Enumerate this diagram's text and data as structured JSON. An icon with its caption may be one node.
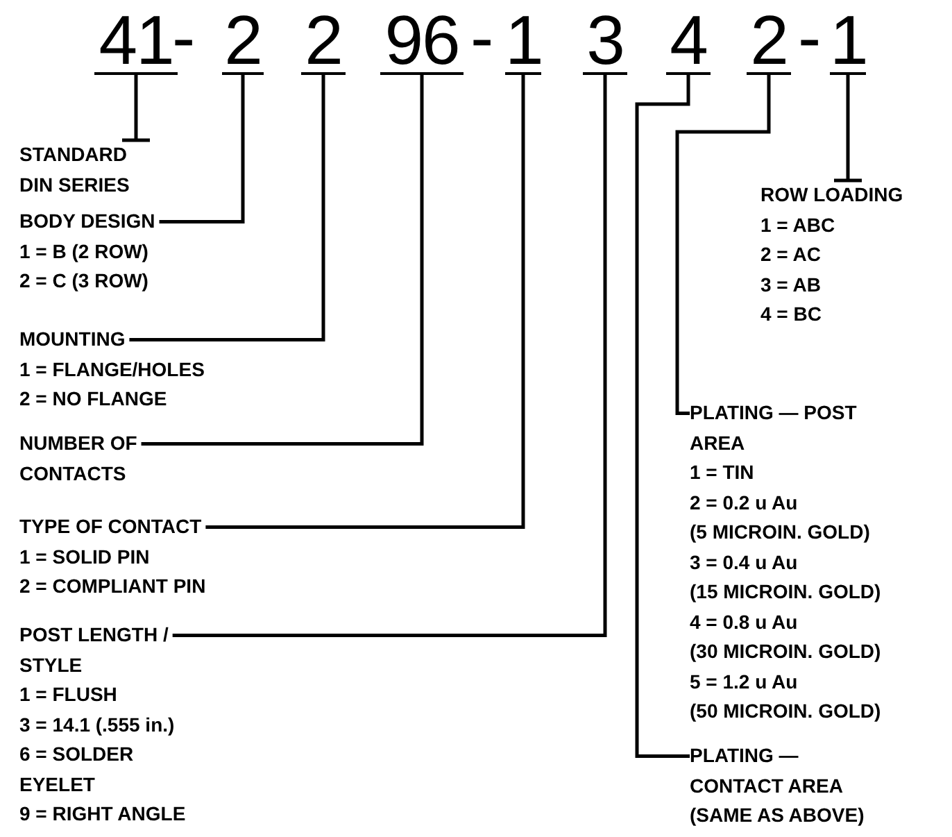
{
  "diagram": {
    "nodes": [
      {
        "text": [
          "41"
        ]
      },
      {
        "text": [
          "2"
        ]
      },
      {
        "text": [
          "2"
        ]
      },
      {
        "text": [
          "96"
        ]
      },
      {
        "text": [
          "1"
        ]
      },
      {
        "text": [
          "3"
        ]
      },
      {
        "text": [
          "4"
        ]
      },
      {
        "text": [
          "2"
        ]
      },
      {
        "text": [
          "1"
        ]
      },
      {
        "text": [
          "STANDARD",
          "DIN SERIES"
        ]
      },
      {
        "text": [
          "BODY DESIGN",
          "1 = B (2 ROW)",
          "2 = C (3 ROW)"
        ]
      },
      {
        "text": [
          "MOUNTING",
          "1 = FLANGE/HOLES",
          "2 = NO FLANGE"
        ]
      },
      {
        "text": [
          "NUMBER OF",
          "CONTACTS"
        ]
      },
      {
        "text": [
          "TYPE OF CONTACT",
          "1 = SOLID PIN",
          "2 = COMPLIANT PIN"
        ]
      },
      {
        "text": [
          "POST LENGTH /",
          "STYLE",
          "1 = FLUSH",
          "3 = 14.1 (.555 in.)",
          "6 = SOLDER",
          "EYELET",
          "9 = RIGHT ANGLE"
        ]
      },
      {
        "text": [
          "ROW LOADING",
          "1 = ABC",
          "2 = AC",
          "3 = AB",
          "4 = BC"
        ]
      },
      {
        "text": [
          "PLATING — POST",
          "AREA",
          "1 = TIN",
          "2 = 0.2 u Au",
          "(5 MICROIN. GOLD)",
          "3 = 0.4 u Au",
          "(15 MICROIN. GOLD)",
          "4 = 0.8 u Au",
          "(30 MICROIN. GOLD)",
          "5 = 1.2 u Au",
          "(50 MICROIN. GOLD)"
        ]
      },
      {
        "text": [
          "PLATING —",
          "CONTACT AREA",
          "(SAME AS ABOVE)"
        ]
      }
    ],
    "edges": [
      {
        "from": 0,
        "to": 9,
        "arrow": "other"
      },
      {
        "from": 1,
        "to": 10,
        "arrow": "none"
      },
      {
        "from": 2,
        "to": 11,
        "arrow": "none"
      },
      {
        "from": 3,
        "to": 12,
        "arrow": "none"
      },
      {
        "from": 4,
        "to": 13,
        "arrow": "none"
      },
      {
        "from": 5,
        "to": 14,
        "arrow": "none"
      },
      {
        "from": 6,
        "to": 17,
        "arrow": "none"
      },
      {
        "from": 7,
        "to": 16,
        "arrow": "none"
      },
      {
        "from": 8,
        "to": 15,
        "arrow": "other"
      }
    ],
    "labels": [
      "-",
      "-",
      "-"
    ]
  }
}
